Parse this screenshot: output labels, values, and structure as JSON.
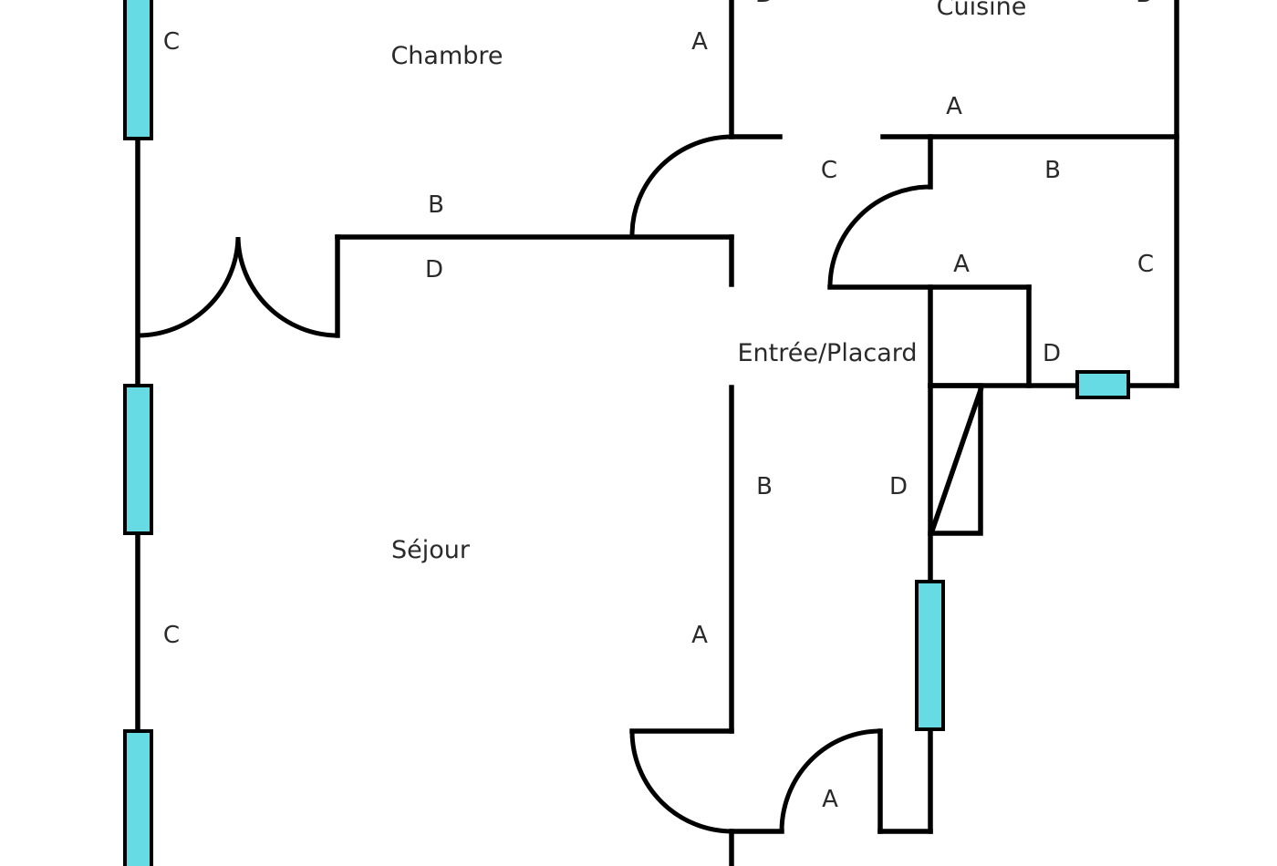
{
  "rooms": {
    "chambre": "Chambre",
    "cuisine": "Cuisine",
    "sejour": "Séjour",
    "entree": "Entrée/Placard"
  },
  "wall_labels": {
    "chambre_c": "C",
    "chambre_a": "A",
    "chambre_b": "B",
    "sejour_d": "D",
    "sejour_c": "C",
    "sejour_a": "A",
    "cuisine_a": "A",
    "cuisine_tl": "D",
    "cuisine_tr": "B",
    "entree_c": "C",
    "entree_b": "B",
    "entree_d": "D",
    "entree_a": "A",
    "room2_b": "B",
    "room2_a": "A",
    "room2_c": "C",
    "room2_d": "D"
  },
  "colors": {
    "wall": "#000000",
    "window": "#66dbe3",
    "background": "#ffffff",
    "text": "#2a2a2a"
  }
}
